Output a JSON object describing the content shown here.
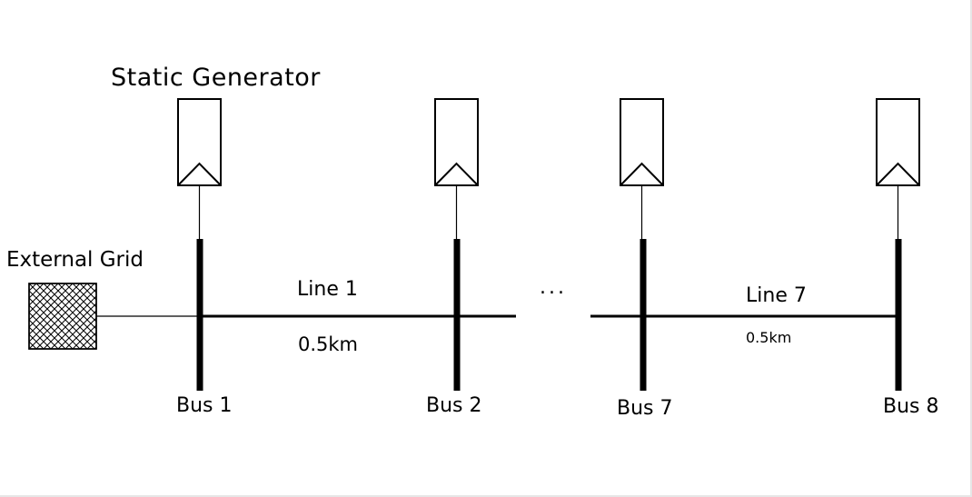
{
  "diagram": {
    "generator_label": "Static Generator",
    "external_grid_label": "External Grid",
    "ellipsis": "...",
    "lines": [
      {
        "name": "Line 1",
        "length": "0.5km"
      },
      {
        "name": "Line 7",
        "length": "0.5km"
      }
    ],
    "buses": [
      {
        "name": "Bus 1"
      },
      {
        "name": "Bus 2"
      },
      {
        "name": "Bus 7"
      },
      {
        "name": "Bus 8"
      }
    ]
  }
}
